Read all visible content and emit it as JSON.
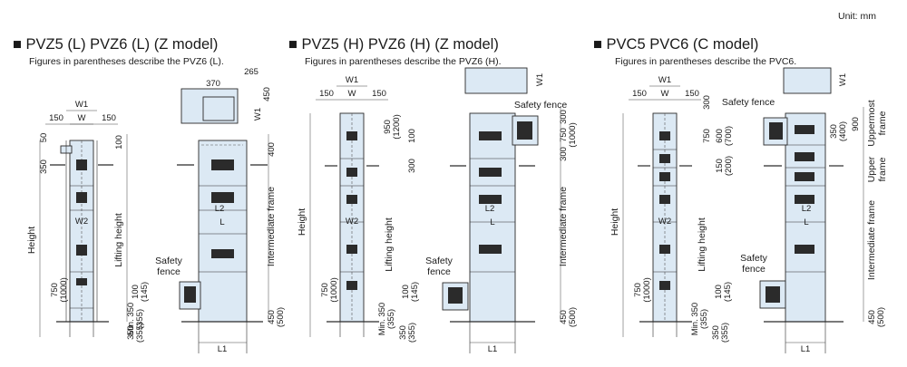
{
  "unit_label": "Unit: mm",
  "panels": [
    {
      "title": "■ PVZ5 (L) PVZ6 (L)  (Z model)",
      "subtitle": "Figures in parentheses describe the PVZ6 (L).",
      "labels": {
        "w1": "W1",
        "w": "W",
        "side_left": "150",
        "side_right": "150",
        "top_small": "50",
        "upper": "350",
        "w2": "W2",
        "height": "Height",
        "lift": "Lifting height",
        "low_a": "750",
        "low_a_p": "(1000)",
        "min": "Min. 350",
        "min_p": "(355)",
        "base": "350",
        "base_p": "(355)",
        "plan_a": "370",
        "plan_b": "265",
        "plan_c": "450",
        "plan_w1": "W1",
        "top_r1": "100",
        "top_r2": "400",
        "l2": "L2",
        "l": "L",
        "inter": "Intermediate frame",
        "safety": "Safety",
        "fence": "fence",
        "r100": "100",
        "r100_p": "(145)",
        "r450": "450",
        "r450_p": "(500)",
        "l1": "L1"
      }
    },
    {
      "title": "■ PVZ5 (H) PVZ6 (H)  (Z model)",
      "subtitle": "Figures in parentheses describe the PVZ6 (H).",
      "labels": {
        "w1": "W1",
        "w": "W",
        "side_left": "150",
        "side_right": "150",
        "a950": "950",
        "a950_p": "(1200)",
        "a100": "100",
        "a300": "300",
        "w2": "W2",
        "height": "Height",
        "lift": "Lifting height",
        "low_a": "750",
        "low_a_p": "(1000)",
        "min": "Min. 350",
        "min_p": "(355)",
        "base": "350",
        "base_p": "(355)",
        "plan_w1": "W1",
        "safety_fence": "Safety fence",
        "r300": "300",
        "r750": "750",
        "r750_p": "(1000)",
        "r300b": "300",
        "l2": "L2",
        "l": "L",
        "inter": "Intermediate frame",
        "safety": "Safety",
        "fence": "fence",
        "r100": "100",
        "r100_p": "(145)",
        "r450": "450",
        "r450_p": "(500)",
        "l1": "L1"
      }
    },
    {
      "title": "■ PVC5 PVC6  (C model)",
      "subtitle": "Figures in parentheses describe the PVC6.",
      "labels": {
        "w1": "W1",
        "w": "W",
        "side_left": "150",
        "side_right": "150",
        "top300": "300",
        "a750": "750",
        "a600": "600",
        "a600_p": "(700)",
        "a150": "150",
        "a150_p": "(200)",
        "w2": "W2",
        "height": "Height",
        "lift": "Lifting height",
        "low_a": "750",
        "low_a_p": "(1000)",
        "min": "Min. 350",
        "min_p": "(355)",
        "base": "350",
        "base_p": "(355)",
        "plan_w1": "W1",
        "safety_fence": "Safety fence",
        "r350": "350",
        "r350_p": "(400)",
        "r900": "900",
        "uppermost": "Uppermost",
        "frame": "frame",
        "upper": "Upper",
        "frame2": "frame",
        "l2": "L2",
        "l": "L",
        "inter": "Intermediate frame",
        "safety": "Safety",
        "fence": "fence",
        "r100": "100",
        "r100_p": "(145)",
        "r450": "450",
        "r450_p": "(500)",
        "l1": "L1"
      }
    }
  ]
}
